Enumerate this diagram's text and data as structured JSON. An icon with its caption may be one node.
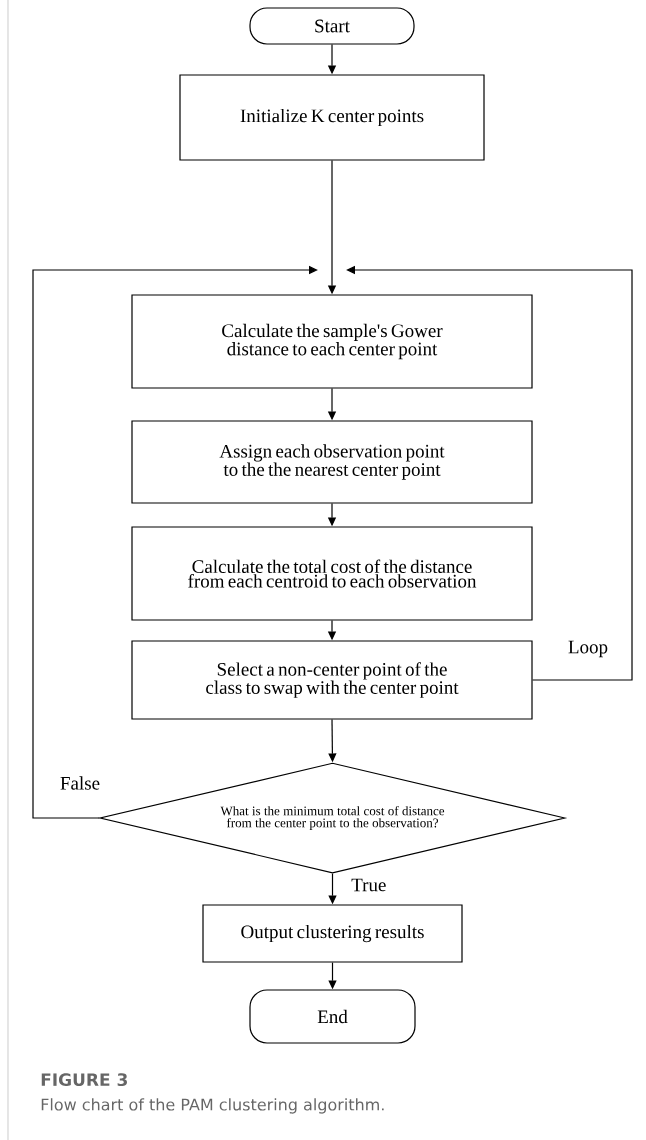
{
  "diagram": {
    "caption": "Flow chart of the PAM clustering algorithm.",
    "nodes": [
      {
        "text": [
          "Start"
        ]
      },
      {
        "text": [
          "Initialize K center points"
        ]
      },
      {
        "text": [
          "Calculate the sample's Gower distance to each center point"
        ]
      },
      {
        "text": [
          "Assign each observation point to the the nearest center point"
        ]
      },
      {
        "text": [
          "Calculate the total cost of the distance from each centroid to each observation"
        ]
      },
      {
        "text": [
          "Select a non-center point of the class to swap with the center point"
        ]
      },
      {
        "text": [
          "What is the minimum total cost of distance from the center point to the observation?"
        ]
      },
      {
        "text": [
          "Output clustering results"
        ]
      },
      {
        "text": [
          "End"
        ]
      }
    ],
    "edges": [
      {
        "from": 0,
        "to": 1,
        "arrow": "to"
      },
      {
        "from": 1,
        "to": 2,
        "arrow": "to"
      },
      {
        "from": 2,
        "to": 3,
        "arrow": "to"
      },
      {
        "from": 3,
        "to": 4,
        "arrow": "to"
      },
      {
        "from": 4,
        "to": 5,
        "arrow": "to"
      },
      {
        "from": 5,
        "to": 6,
        "arrow": "to"
      },
      {
        "from": 6,
        "to": 7,
        "label": "True",
        "arrow": "to"
      },
      {
        "from": 7,
        "to": 8,
        "arrow": "to"
      },
      {
        "from": 6,
        "to": 2,
        "label": "False",
        "arrow": "to"
      },
      {
        "from": 5,
        "to": 2,
        "label": "Loop",
        "arrow": "to"
      }
    ],
    "labels": [
      "FIGURE 3"
    ]
  }
}
